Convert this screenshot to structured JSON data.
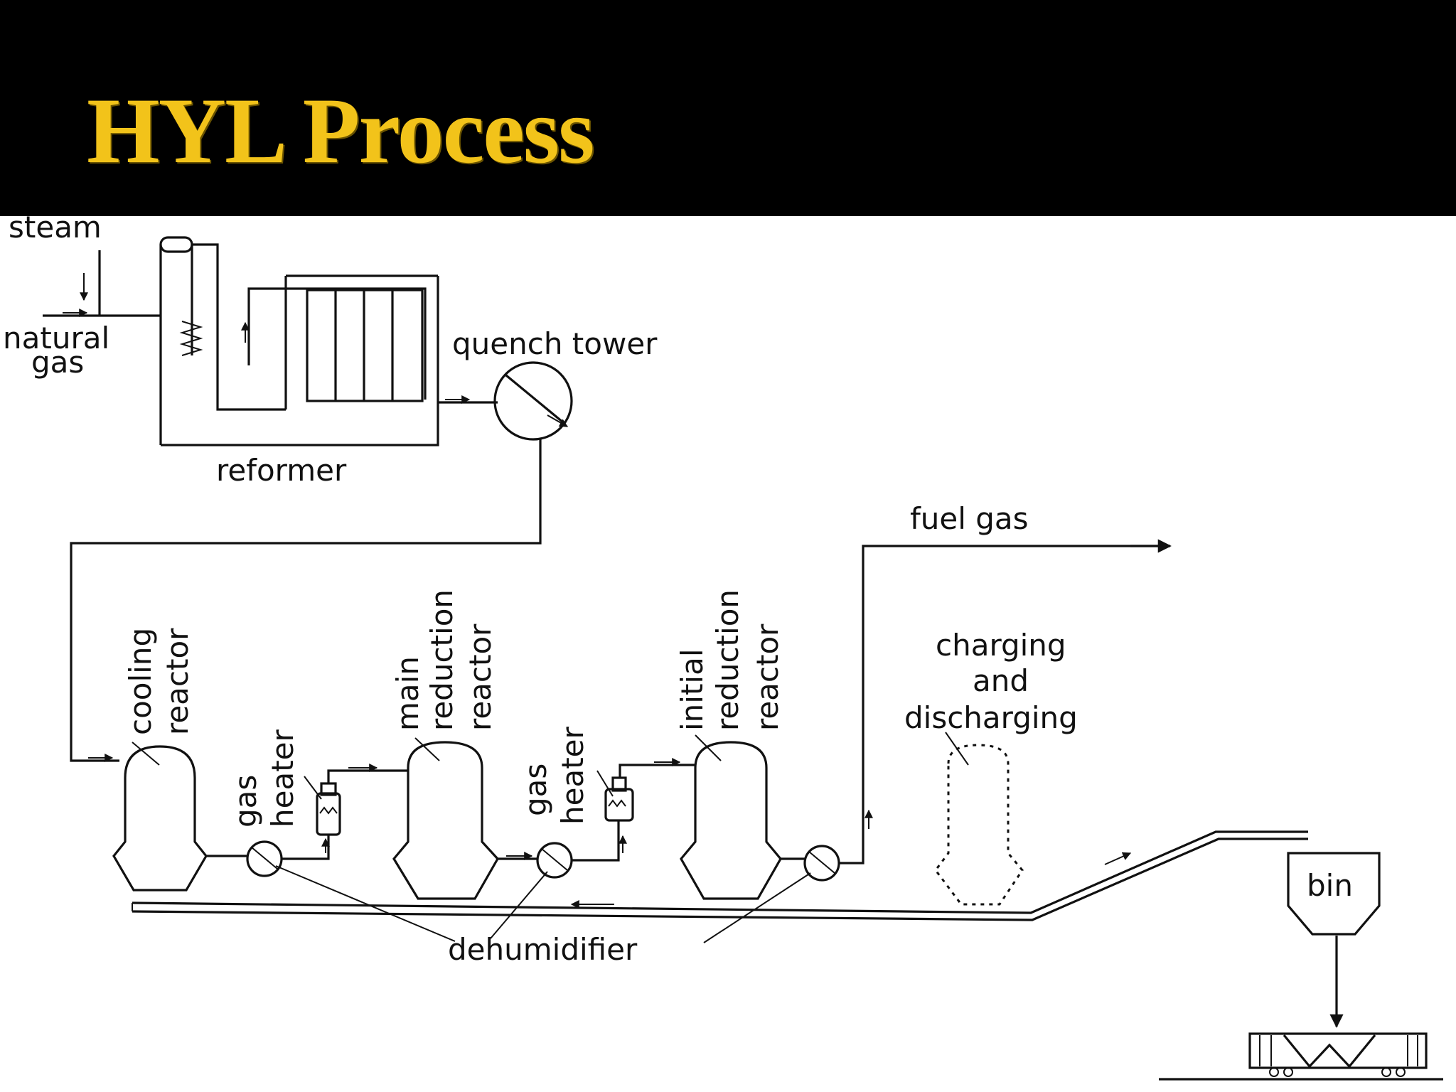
{
  "slide": {
    "title": "HYL Process",
    "title_color": "#f2c31a",
    "header_background": "#000000"
  },
  "labels": {
    "steam": "steam",
    "natural_gas_line1": "natural",
    "natural_gas_line2": "gas",
    "quench_tower": "quench tower",
    "reformer": "reformer",
    "fuel_gas": "fuel gas",
    "cooling_reactor_line1": "cooling",
    "cooling_reactor_line2": "reactor",
    "gas_heater_1_line1": "gas",
    "gas_heater_1_line2": "heater",
    "main_reduction_reactor_line1": "main",
    "main_reduction_reactor_line2": "reduction",
    "main_reduction_reactor_line3": "reactor",
    "gas_heater_2_line1": "gas",
    "gas_heater_2_line2": "heater",
    "initial_reduction_reactor_line1": "initial",
    "initial_reduction_reactor_line2": "reduction",
    "initial_reduction_reactor_line3": "reactor",
    "charging_line1": "charging",
    "charging_line2": "and",
    "charging_line3": "discharging",
    "dehumidifier": "dehumidifier",
    "bin": "bin"
  }
}
